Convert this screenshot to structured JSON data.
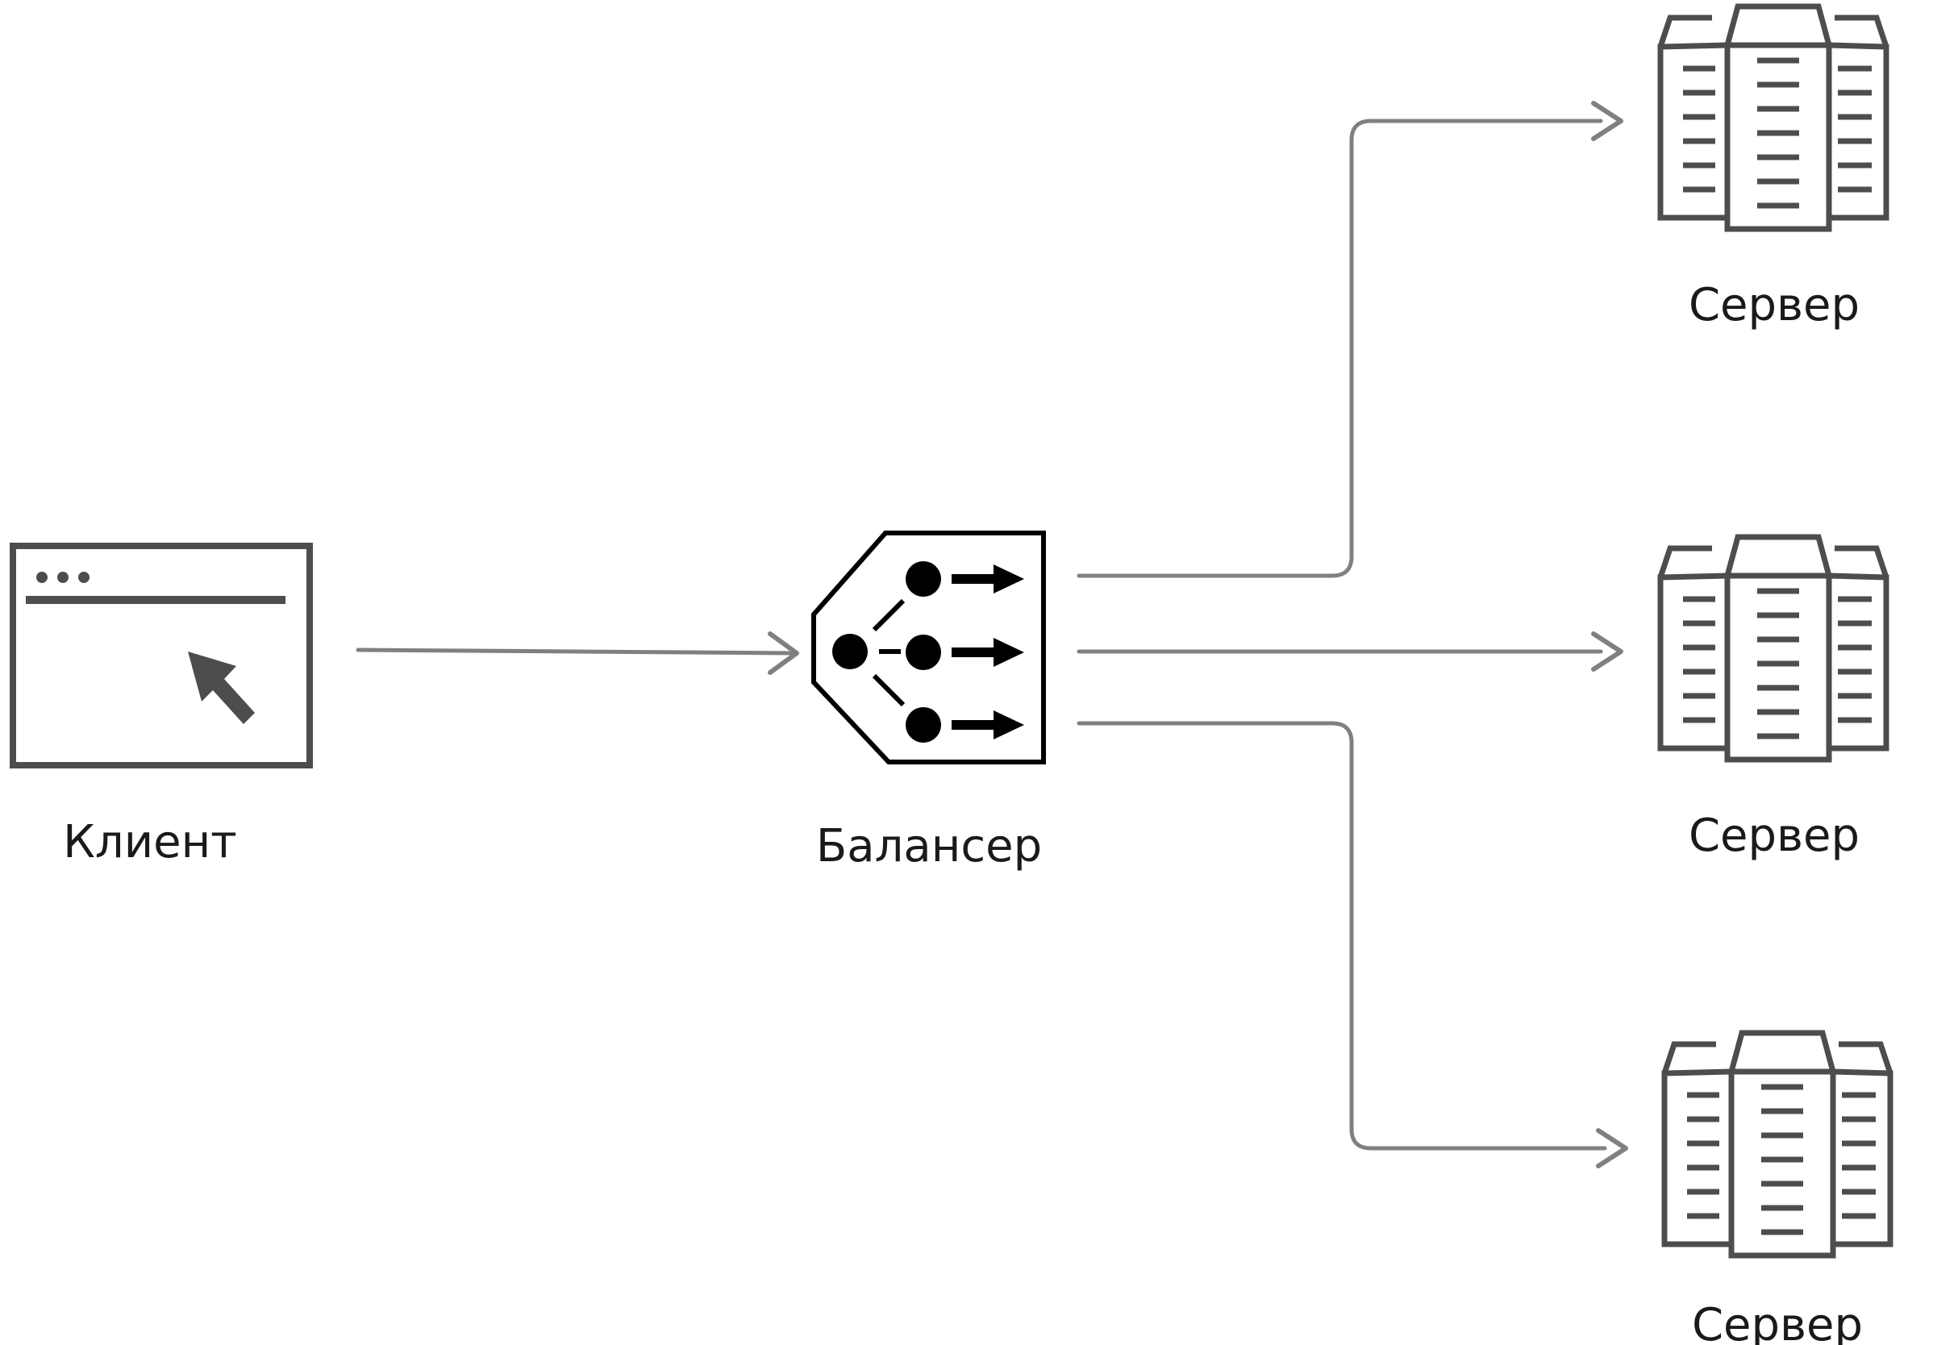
{
  "nodes": {
    "client": {
      "label": "Клиент"
    },
    "balancer": {
      "label": "Балансер"
    },
    "servers": [
      {
        "label": "Сервер"
      },
      {
        "label": "Сервер"
      },
      {
        "label": "Сервер"
      }
    ]
  },
  "colors": {
    "icon_stroke": "#4d4d4d",
    "balancer_stroke": "#000000",
    "connector": "#808080",
    "text": "#1a1a1a"
  }
}
